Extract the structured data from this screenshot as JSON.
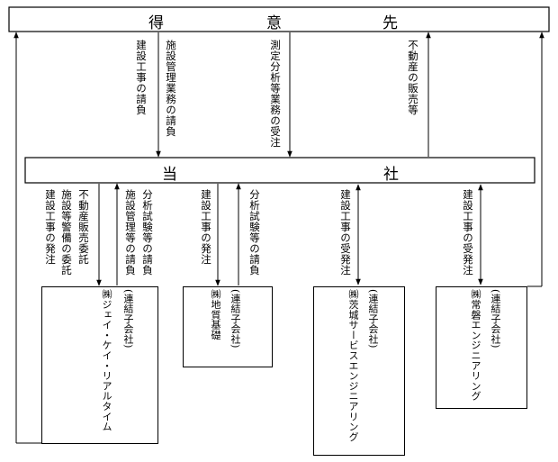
{
  "top_box": {
    "chars": [
      "得",
      "意",
      "先"
    ]
  },
  "middle_box": {
    "chars": [
      "当",
      "社"
    ]
  },
  "flows_top": [
    {
      "text": "建設工事の請負"
    },
    {
      "text": "施設管理業務の請負"
    },
    {
      "text": "測定分析等業務の受注"
    },
    {
      "text": "不動産の販売等"
    }
  ],
  "flows_bottom": [
    {
      "text": "建設工事の発注"
    },
    {
      "text": "施設等警備の委託"
    },
    {
      "text": "不動産販売委託"
    },
    {
      "text": "施設管理等の請負"
    },
    {
      "text": "分析試験等の請負"
    },
    {
      "text": "建設工事の発注"
    },
    {
      "text": "分析試験等の請負"
    },
    {
      "text": "建設工事の受発注"
    },
    {
      "text": "建設工事の受発注"
    }
  ],
  "subsidiaries": [
    {
      "tag": "(連結子会社)",
      "name": "㈱ジェイ・ケイ・リアルタイム"
    },
    {
      "tag": "(連結子会社)",
      "name": "㈱地質基礎"
    },
    {
      "tag": "(連結子会社)",
      "name": "㈱茨城サービスエンジニアリング"
    },
    {
      "tag": "(連結子会社)",
      "name": "㈱常磐エンジニアリング"
    }
  ]
}
